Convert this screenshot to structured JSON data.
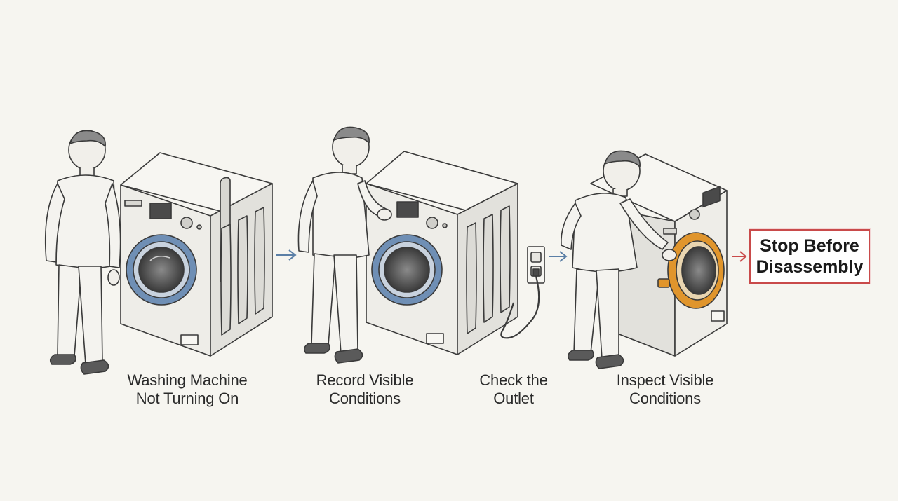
{
  "steps": [
    {
      "line1": "Washing Machine",
      "line2": "Not Turning On"
    },
    {
      "line1": "Record Visible",
      "line2": "Conditions"
    },
    {
      "line1": "Check the",
      "line2": "Outlet"
    },
    {
      "line1": "Inspect Visible",
      "line2": "Conditions"
    }
  ],
  "final": {
    "line1": "Stop Before",
    "line2": "Disassembly"
  },
  "colors": {
    "background": "#f6f5f0",
    "ink": "#3a3a3a",
    "arrow_blue": "#5b7fa6",
    "arrow_red": "#c94a4a",
    "door_blue": "#6f8fb5",
    "door_orange": "#e0952c",
    "stop_border": "#c94a4a"
  }
}
